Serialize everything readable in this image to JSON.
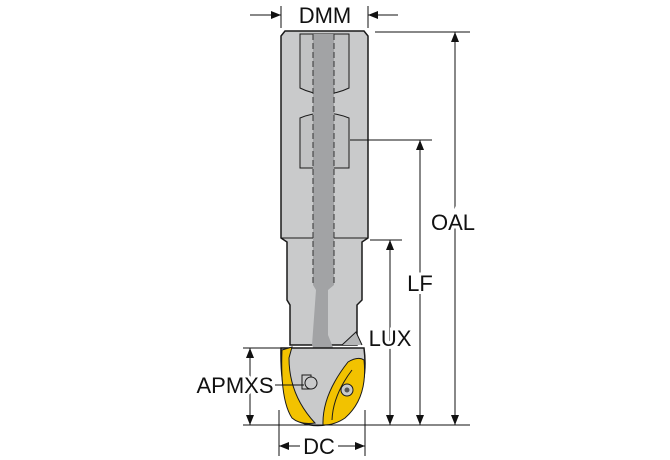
{
  "diagram": {
    "type": "ball nose end mill dimension drawing",
    "labels": {
      "dmm": "DMM",
      "oal": "OAL",
      "lf": "LF",
      "lux": "LUX",
      "apmxs": "APMXS",
      "dc": "DC"
    },
    "colors": {
      "body": "#c9cacb",
      "coolant": "#a2a3a5",
      "insert": "#f2c200",
      "outline": "#1a1a1a"
    }
  }
}
